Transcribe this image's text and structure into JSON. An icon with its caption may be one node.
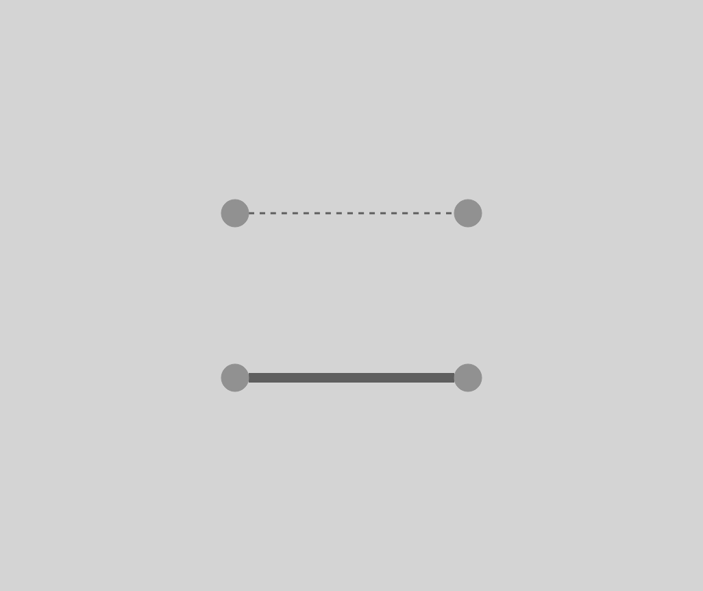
{
  "diagram": {
    "nodes": [
      {
        "text": [],
        "shape": "circle"
      },
      {
        "text": [],
        "shape": "circle"
      },
      {
        "text": [],
        "shape": "circle"
      },
      {
        "text": [],
        "shape": "circle"
      }
    ],
    "edges": [
      {
        "from": 0,
        "to": 1,
        "arrow": "none",
        "style": "dashed"
      },
      {
        "from": 2,
        "to": 3,
        "arrow": "none",
        "style": "thick"
      }
    ]
  }
}
